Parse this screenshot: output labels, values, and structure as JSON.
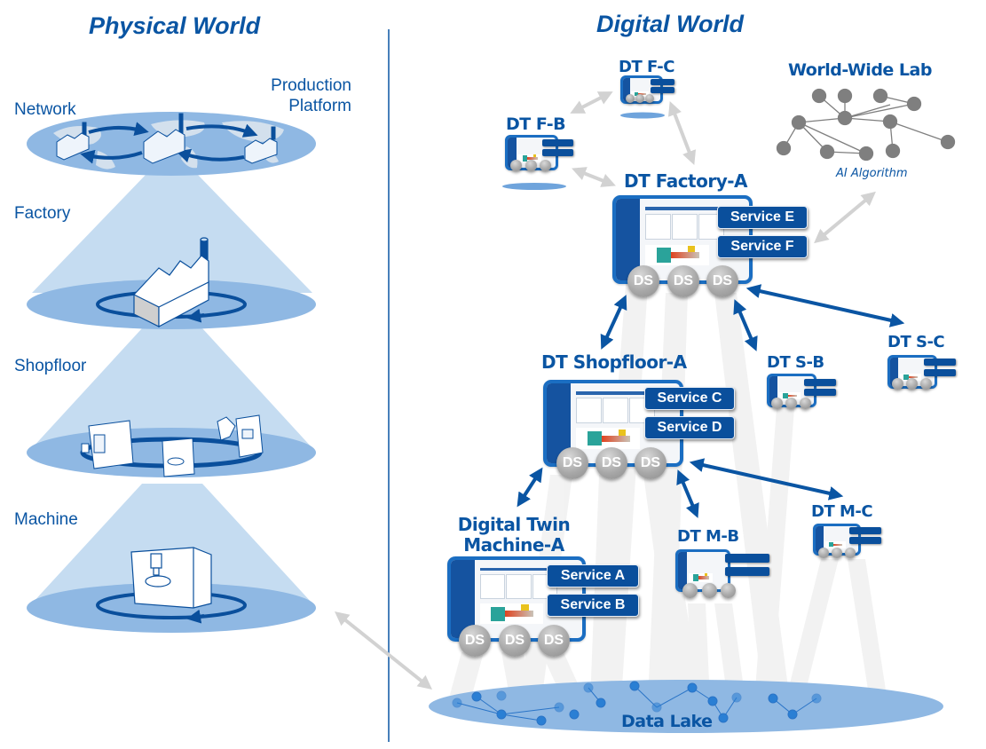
{
  "headers": {
    "physical": "Physical World",
    "digital": "Digital World"
  },
  "physical_levels": {
    "network": "Network",
    "production_platform_line1": "Production",
    "production_platform_line2": "Platform",
    "factory": "Factory",
    "shopfloor": "Shopfloor",
    "machine": "Machine"
  },
  "digital_twins": {
    "factory_a": {
      "label": "DT Factory-A",
      "services": [
        "Service E",
        "Service F"
      ],
      "ds": [
        "DS",
        "DS",
        "DS"
      ]
    },
    "shopfloor_a": {
      "label": "DT Shopfloor-A",
      "services": [
        "Service C",
        "Service D"
      ],
      "ds": [
        "DS",
        "DS",
        "DS"
      ]
    },
    "machine_a": {
      "label_line1": "Digital Twin",
      "label_line2": "Machine-A",
      "services": [
        "Service A",
        "Service B"
      ],
      "ds": [
        "DS",
        "DS",
        "DS"
      ]
    },
    "f_b": {
      "label": "DT F-B"
    },
    "f_c": {
      "label": "DT F-C"
    },
    "s_b": {
      "label": "DT S-B"
    },
    "s_c": {
      "label": "DT S-C"
    },
    "m_b": {
      "label": "DT M-B"
    },
    "m_c": {
      "label": "DT M-C"
    }
  },
  "world_wide_lab": {
    "title": "World-Wide Lab",
    "caption": "AI Algorithm"
  },
  "data_lake": {
    "label": "Data Lake"
  },
  "colors": {
    "primary_blue": "#0a55a3",
    "service_blue": "#0a4f9c",
    "disc_light": "#c5dcf1",
    "disc_mid": "#8fb8e3",
    "arrow_gray": "#d0d0d0",
    "node_gray": "#7f7f7f"
  }
}
